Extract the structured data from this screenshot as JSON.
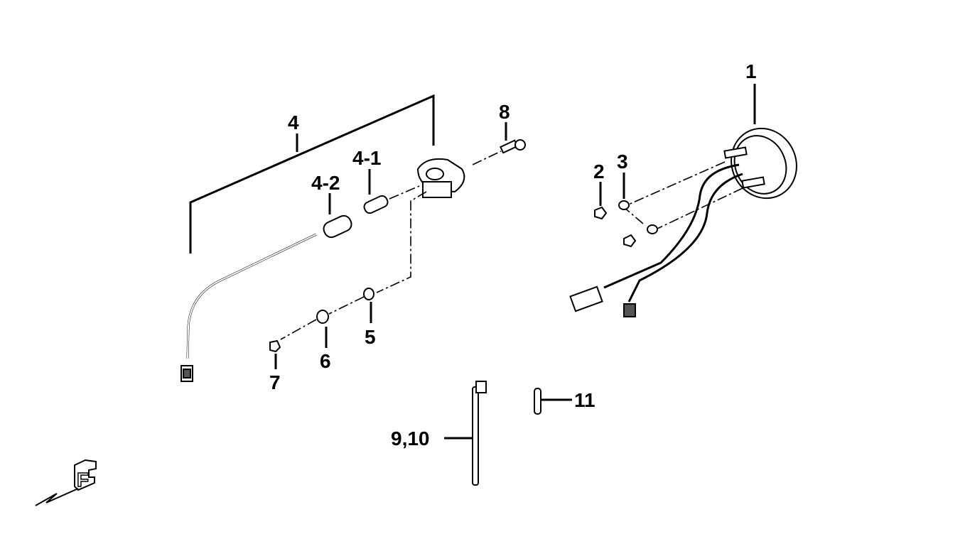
{
  "diagram": {
    "callouts": {
      "p1": "1",
      "p2": "2",
      "p3": "3",
      "p4": "4",
      "p4_1": "4-1",
      "p4_2": "4-2",
      "p5": "5",
      "p6": "6",
      "p7": "7",
      "p8": "8",
      "p9_10": "9,10",
      "p11": "11"
    },
    "front_marker": "F"
  }
}
